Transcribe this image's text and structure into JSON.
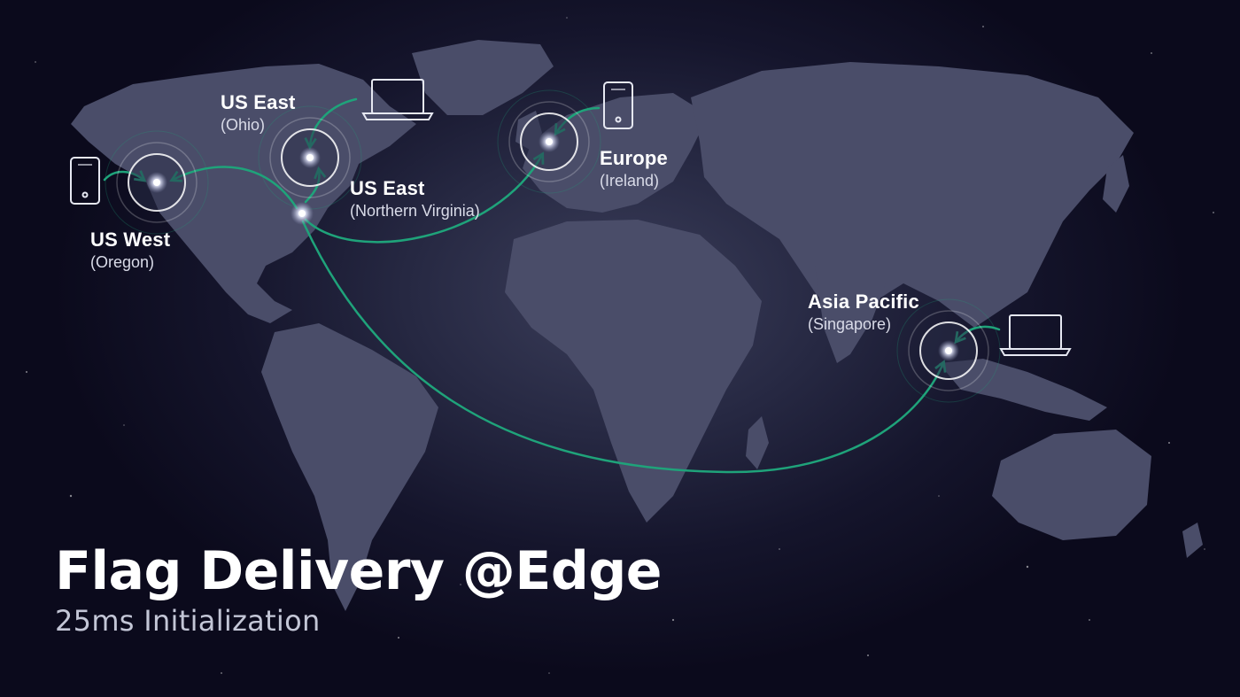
{
  "title": "Flag Delivery @Edge",
  "subtitle": "25ms Initialization",
  "colors": {
    "background": "#0b0a1c",
    "land": "#4a4d69",
    "route": "#1fa37a",
    "text": "#ffffff",
    "subtext": "#c3c6d6"
  },
  "regions": [
    {
      "name": "US West",
      "city": "(Oregon)",
      "device": "phone-icon"
    },
    {
      "name": "US East",
      "city": "(Ohio)",
      "device": "laptop-icon"
    },
    {
      "name": "US East",
      "city": "(Northern Virginia)",
      "device": "none"
    },
    {
      "name": "Europe",
      "city": "(Ireland)",
      "device": "phone-icon"
    },
    {
      "name": "Asia Pacific",
      "city": "(Singapore)",
      "device": "laptop-icon"
    }
  ]
}
